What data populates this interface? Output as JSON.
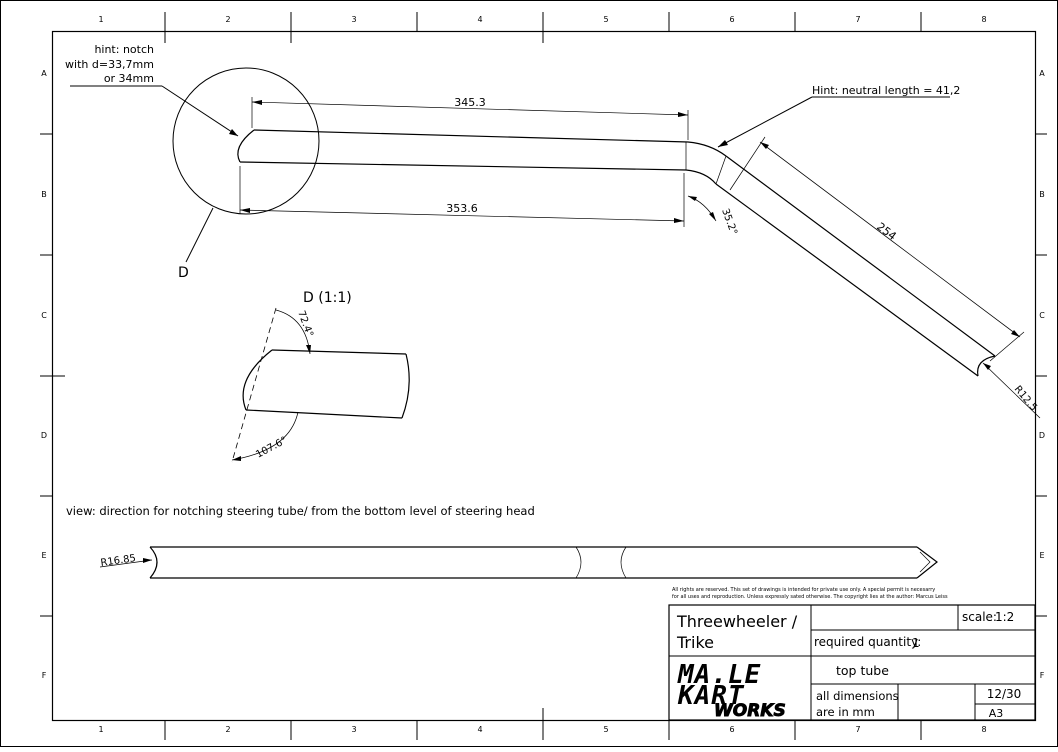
{
  "grid": {
    "columns": [
      "1",
      "2",
      "3",
      "4",
      "5",
      "6",
      "7",
      "8"
    ],
    "rows": [
      "A",
      "B",
      "C",
      "D",
      "E",
      "F"
    ]
  },
  "annotations": {
    "hint_notch": [
      "hint: notch",
      "with d=33,7mm",
      "or 34mm"
    ],
    "hint_neutral": "Hint: neutral length = 41,2",
    "detail_label": "D",
    "detail_title": "D (1:1)",
    "view_note": "view: direction for notching steering tube/ from the bottom level of steering head"
  },
  "dimensions": {
    "top_length": "345.3",
    "bottom_length": "353.6",
    "bend_angle": "35.2°",
    "angled_length": "254",
    "end_radius": "R12.5",
    "detail_angle_top": "72.4°",
    "detail_angle_bottom": "107.6°",
    "side_radius": "R16.85"
  },
  "title_block": {
    "copyright": [
      "All rights are reserved. This set of drawings is intended for private use only. A special permit is necesarry",
      "for all uses and reproduction. Unless expressly sated otherwise. The copyright lies at the author: Marcus Leiss"
    ],
    "project": [
      "Threewheeler /",
      "Trike"
    ],
    "scale_label": "scale:",
    "scale_value": "1:2",
    "quantity_label": "required quantity:",
    "quantity_value": "1",
    "part_name": "top tube",
    "units_note": [
      "all dimensions",
      "are in mm"
    ],
    "sheet_number": "12/30",
    "paper_size": "A3",
    "logo": [
      "MA.LE",
      "KART",
      "WORKS"
    ]
  }
}
